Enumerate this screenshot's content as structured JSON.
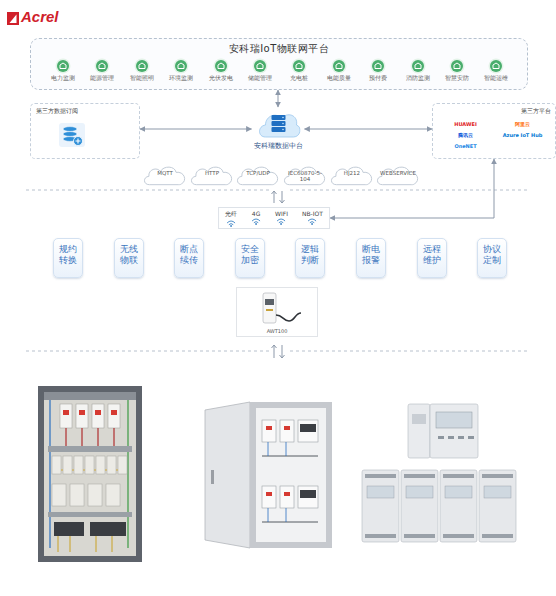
{
  "diagram": {
    "nodes": [
      {
        "text": [
          "安科瑞IoT物联网平台"
        ]
      },
      {
        "text": [
          "电力监测"
        ],
        "in": 0
      },
      {
        "text": [
          "能源管理"
        ],
        "in": 0
      },
      {
        "text": [
          "智能照明"
        ],
        "in": 0
      },
      {
        "text": [
          "环境监测"
        ],
        "in": 0
      },
      {
        "text": [
          "光伏发电"
        ],
        "in": 0
      },
      {
        "text": [
          "储能管理"
        ],
        "in": 0
      },
      {
        "text": [
          "充电桩"
        ],
        "in": 0
      },
      {
        "text": [
          "电能质量"
        ],
        "in": 0
      },
      {
        "text": [
          "预付费"
        ],
        "in": 0
      },
      {
        "text": [
          "消防监测"
        ],
        "in": 0
      },
      {
        "text": [
          "智慧安防"
        ],
        "in": 0
      },
      {
        "text": [
          "智能运维"
        ],
        "in": 0
      },
      {
        "text": [
          "第三方数据订阅"
        ]
      },
      {
        "text": [
          "安科瑞数据中台"
        ]
      },
      {
        "text": [
          "第三方平台",
          "HUAWEI",
          "阿里云",
          "腾讯云",
          "Azure IoT Hub",
          "OneNET"
        ]
      },
      {
        "text": [
          "MQTT"
        ]
      },
      {
        "text": [
          "HTTP"
        ]
      },
      {
        "text": [
          "TCP/UDP"
        ]
      },
      {
        "text": [
          "IEC60870-5-104"
        ]
      },
      {
        "text": [
          "HJ212"
        ]
      },
      {
        "text": [
          "WEBSERVICE"
        ]
      },
      {
        "text": [
          "光纤",
          "4G",
          "WIFI",
          "NB-IOT"
        ]
      },
      {
        "text": [
          "规约转换"
        ]
      },
      {
        "text": [
          "无线物联"
        ]
      },
      {
        "text": [
          "断点续传"
        ]
      },
      {
        "text": [
          "安全加密"
        ]
      },
      {
        "text": [
          "逻辑判断"
        ]
      },
      {
        "text": [
          "断电报警"
        ]
      },
      {
        "text": [
          "远程维护"
        ]
      },
      {
        "text": [
          "协议定制"
        ]
      },
      {
        "text": [
          "AWT100"
        ]
      }
    ],
    "edges": [
      {
        "from": 0,
        "to": 14,
        "arrow": "both"
      },
      {
        "from": 13,
        "to": 14,
        "arrow": "both"
      },
      {
        "from": 14,
        "to": 15,
        "arrow": "both"
      },
      {
        "from": 15,
        "to": 22,
        "arrow": "both"
      }
    ],
    "labels": [
      "Acrel"
    ]
  }
}
